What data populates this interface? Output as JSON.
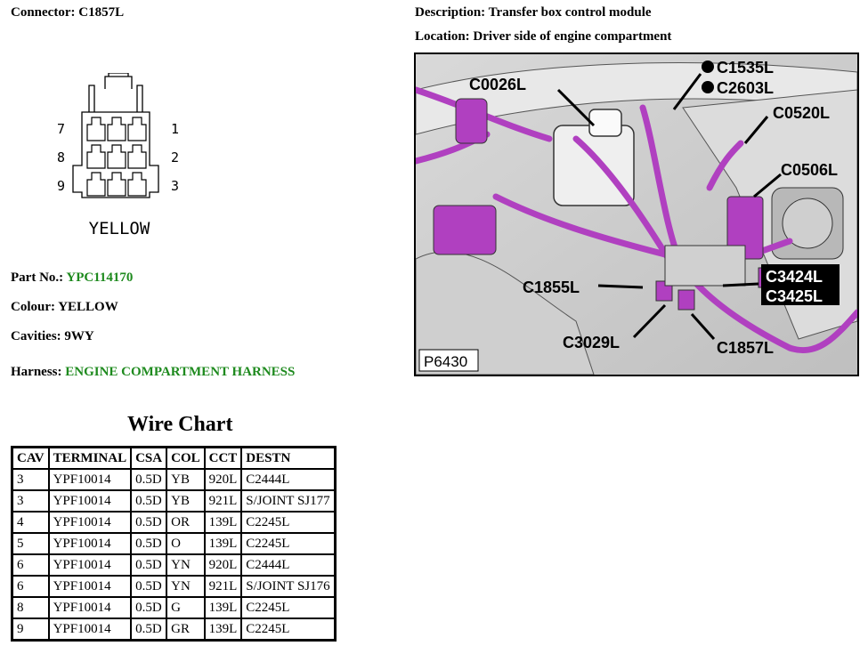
{
  "connector": {
    "label": "Connector:",
    "value": "C1857L",
    "pin_numbers_left": [
      "7",
      "8",
      "9"
    ],
    "pin_numbers_right": [
      "1",
      "2",
      "3"
    ],
    "colour_caption": "YELLOW"
  },
  "description": {
    "label": "Description:",
    "value": "Transfer box control module"
  },
  "location": {
    "label": "Location:",
    "value": "Driver side of engine compartment"
  },
  "photo": {
    "callouts": [
      "C0026L",
      "C1535L",
      "C2603L",
      "C0520L",
      "C0506L",
      "C1855L",
      "C3424L",
      "C3425L",
      "C3029L",
      "C1857L"
    ],
    "reference": "P6430"
  },
  "details": {
    "part_no": {
      "label": "Part No.:",
      "value": "YPC114170"
    },
    "colour": {
      "label": "Colour:",
      "value": "YELLOW"
    },
    "cavities": {
      "label": "Cavities:",
      "value": "9WY"
    },
    "harness": {
      "label": "Harness:",
      "value": "ENGINE COMPARTMENT HARNESS"
    }
  },
  "wire_chart": {
    "title": "Wire Chart",
    "columns": [
      "CAV",
      "TERMINAL",
      "CSA",
      "COL",
      "CCT",
      "DESTN"
    ],
    "rows": [
      [
        "3",
        "YPF10014",
        "0.5D",
        "YB",
        "920L",
        "C2444L"
      ],
      [
        "3",
        "YPF10014",
        "0.5D",
        "YB",
        "921L",
        "S/JOINT SJ177"
      ],
      [
        "4",
        "YPF10014",
        "0.5D",
        "OR",
        "139L",
        "C2245L"
      ],
      [
        "5",
        "YPF10014",
        "0.5D",
        "O",
        "139L",
        "C2245L"
      ],
      [
        "6",
        "YPF10014",
        "0.5D",
        "YN",
        "920L",
        "C2444L"
      ],
      [
        "6",
        "YPF10014",
        "0.5D",
        "YN",
        "921L",
        "S/JOINT SJ176"
      ],
      [
        "8",
        "YPF10014",
        "0.5D",
        "G",
        "139L",
        "C2245L"
      ],
      [
        "9",
        "YPF10014",
        "0.5D",
        "GR",
        "139L",
        "C2245L"
      ]
    ]
  },
  "colors": {
    "accent_green": "#1e8a1e",
    "harness_magenta": "#b040c0"
  }
}
